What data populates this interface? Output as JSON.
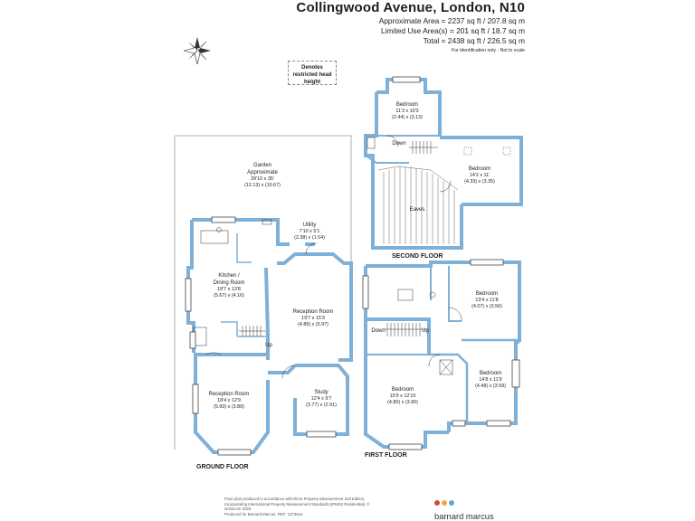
{
  "header": {
    "title": "Collingwood Avenue, London, N10",
    "approx_area": "Approximate Area = 2237 sq ft / 207.8 sq m",
    "limited_area": "Limited Use Area(s) = 201 sq ft / 18.7 sq m",
    "total_area": "Total = 2438 sq ft / 226.5 sq m",
    "note": "For identification only - Not to scale"
  },
  "legend": {
    "restricted": "Denotes restricted head height"
  },
  "compass": {
    "letter": "N"
  },
  "floors": {
    "ground": "GROUND FLOOR",
    "first": "FIRST FLOOR",
    "second": "SECOND FLOOR"
  },
  "rooms": {
    "garden": {
      "name1": "Garden",
      "name2": "Approximate",
      "imp": "39'10 x 35'",
      "met": "(12.13) x (10.67)"
    },
    "utility": {
      "name": "Utility",
      "imp": "7'10 x 5'1",
      "met": "(2.38) x (1.54)"
    },
    "kitchen": {
      "name1": "Kitchen /",
      "name2": "Dining Room",
      "imp": "18'7 x 13'8",
      "met": "(5.67) x (4.16)"
    },
    "reception_big": {
      "name": "Reception Room",
      "imp": "19'7 x 15'3",
      "met": "(4.86) x (5.97)"
    },
    "reception_front": {
      "name": "Reception Room",
      "imp": "18'4 x 12'9",
      "met": "(5.60) x (3.89)"
    },
    "study": {
      "name": "Study",
      "imp": "12'4 x 9'7",
      "met": "(3.77) x (2.91)"
    },
    "ground_up": "Up",
    "bed_f1": {
      "name": "Bedroom",
      "imp": "13'4 x 11'8",
      "met": "(4.07) x (3.56)"
    },
    "bed_f2": {
      "name": "Bedroom",
      "imp": "14'8 x 11'9",
      "met": "(4.48) x (3.58)"
    },
    "bed_f3": {
      "name": "Bedroom",
      "imp": "15'9 x 12'10",
      "met": "(4.80) x (3.90)"
    },
    "first_down": "Down",
    "first_up": "Up",
    "bed_s1": {
      "name": "Bedroom",
      "imp": "11'3 x 10'3",
      "met": "(2.44) x (3.13)"
    },
    "bed_s2": {
      "name": "Bedroom",
      "imp": "14'2 x 11'",
      "met": "(4.33) x (3.35)"
    },
    "eaves": "Eaves",
    "second_down": "Down"
  },
  "footer": {
    "line1": "Floor plan produced in accordance with RICS Property Measurement 2nd Edition,",
    "line2": "Incorporating International Property Measurement Standards (IPMS2 Residential). © nichecom 2025.",
    "line3": "Produced for Barnard Marcus.   REF: 1273616"
  },
  "brand": {
    "name": "barnard marcus",
    "dot_colors": [
      "#e0443e",
      "#f2a33a",
      "#5ba7d6"
    ]
  },
  "colors": {
    "wall": "#7fb0d8",
    "wall_dark": "#6a9fcc"
  }
}
